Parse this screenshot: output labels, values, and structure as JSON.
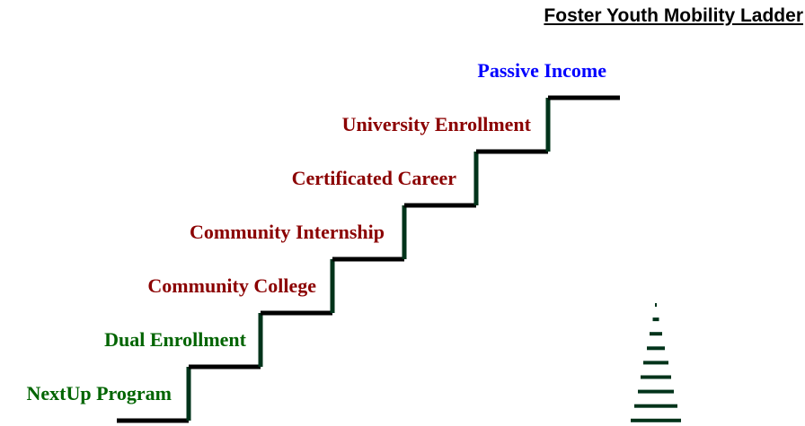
{
  "title": "Foster Youth Mobility Ladder",
  "steps": [
    {
      "label": "NextUp Program",
      "color": "#006400"
    },
    {
      "label": "Dual Enrollment",
      "color": "#006400"
    },
    {
      "label": "Community College",
      "color": "#8b0000"
    },
    {
      "label": "Community Internship",
      "color": "#8b0000"
    },
    {
      "label": "Certificated Career",
      "color": "#8b0000"
    },
    {
      "label": "University Enrollment",
      "color": "#8b0000"
    },
    {
      "label": "Passive Income",
      "color": "#0000ff"
    }
  ],
  "colors": {
    "tread": "#000000",
    "riser": "#00331a",
    "ladder": "#00331a"
  }
}
